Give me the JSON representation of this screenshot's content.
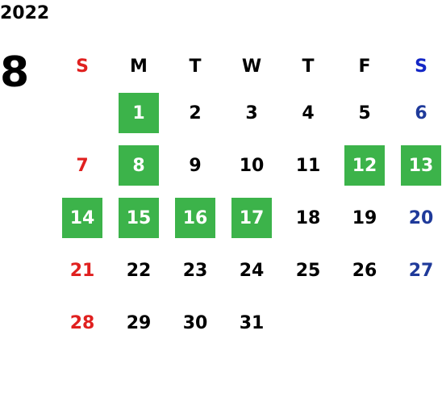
{
  "year": "2022",
  "month": "8",
  "weekdays": [
    "S",
    "M",
    "T",
    "W",
    "T",
    "F",
    "S"
  ],
  "colors": {
    "sunday": "#e0201f",
    "saturday": "#1f3a9a",
    "highlight": "#3cb34a"
  },
  "days": {
    "d1": "1",
    "d2": "2",
    "d3": "3",
    "d4": "4",
    "d5": "5",
    "d6": "6",
    "d7": "7",
    "d8": "8",
    "d9": "9",
    "d10": "10",
    "d11": "11",
    "d12": "12",
    "d13": "13",
    "d14": "14",
    "d15": "15",
    "d16": "16",
    "d17": "17",
    "d18": "18",
    "d19": "19",
    "d20": "20",
    "d21": "21",
    "d22": "22",
    "d23": "23",
    "d24": "24",
    "d25": "25",
    "d26": "26",
    "d27": "27",
    "d28": "28",
    "d29": "29",
    "d30": "30",
    "d31": "31"
  },
  "highlighted_days": [
    "1",
    "8",
    "12",
    "13",
    "14",
    "15",
    "16",
    "17"
  ]
}
